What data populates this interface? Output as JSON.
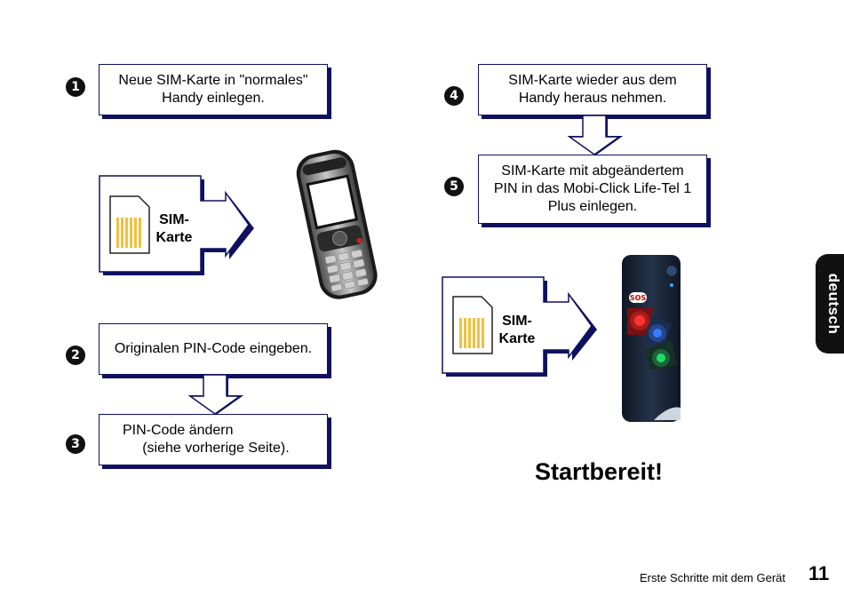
{
  "steps": [
    {
      "marker": "1",
      "text": "Neue SIM-Karte in \"normales\"\nHandy einlegen."
    },
    {
      "marker": "2",
      "text": "Originalen PIN-Code eingeben."
    },
    {
      "marker": "3",
      "text": "PIN-Code ändern\n     (siehe vorherige Seite)."
    },
    {
      "marker": "4",
      "text": "SIM-Karte wieder aus dem\nHandy heraus nehmen."
    },
    {
      "marker": "5",
      "text": "SIM-Karte mit abgeändertem\nPIN in das Mobi-Click Life-Tel 1\nPlus einlegen."
    }
  ],
  "sim_label_line1": "SIM-",
  "sim_label_line2": "Karte",
  "device_badge": "SOS",
  "ready_text": "Startbereit!",
  "side_tab": "deutsch",
  "footer": {
    "section": "Erste Schritte mit dem Gerät",
    "page": "11"
  },
  "colors": {
    "box_border": "#101060",
    "sim_chip": "#f0c040",
    "side_tab": "#111111",
    "device_body": "#1e2a3c"
  },
  "icons": [
    "sim-card-icon",
    "mobile-phone-image",
    "emergency-device-image",
    "down-arrow-icon",
    "right-arrow-icon"
  ]
}
